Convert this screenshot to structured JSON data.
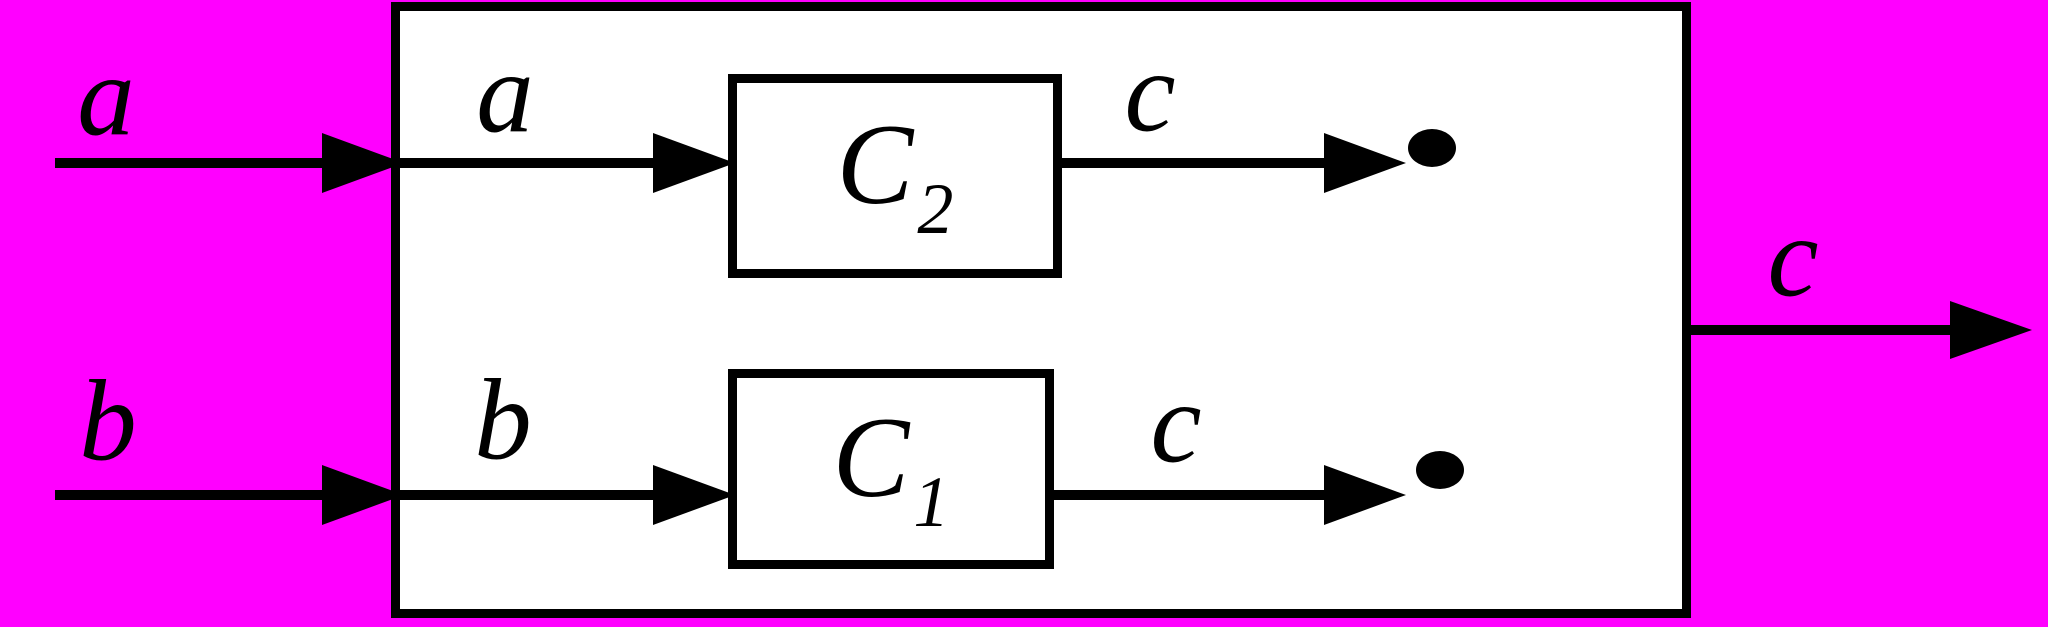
{
  "colors": {
    "background": "#ff00ff",
    "panel": "#ffffff",
    "stroke": "#000000",
    "text": "#000000"
  },
  "labels": {
    "input_a_outside": "a",
    "input_a_inside": "a",
    "input_b_outside": "b",
    "input_b_inside": "b",
    "output_c_top": "c",
    "output_c_bottom": "c",
    "output_c_main": "c"
  },
  "blocks": {
    "c2": {
      "base": "C",
      "sub": "2"
    },
    "c1": {
      "base": "C",
      "sub": "1"
    }
  }
}
